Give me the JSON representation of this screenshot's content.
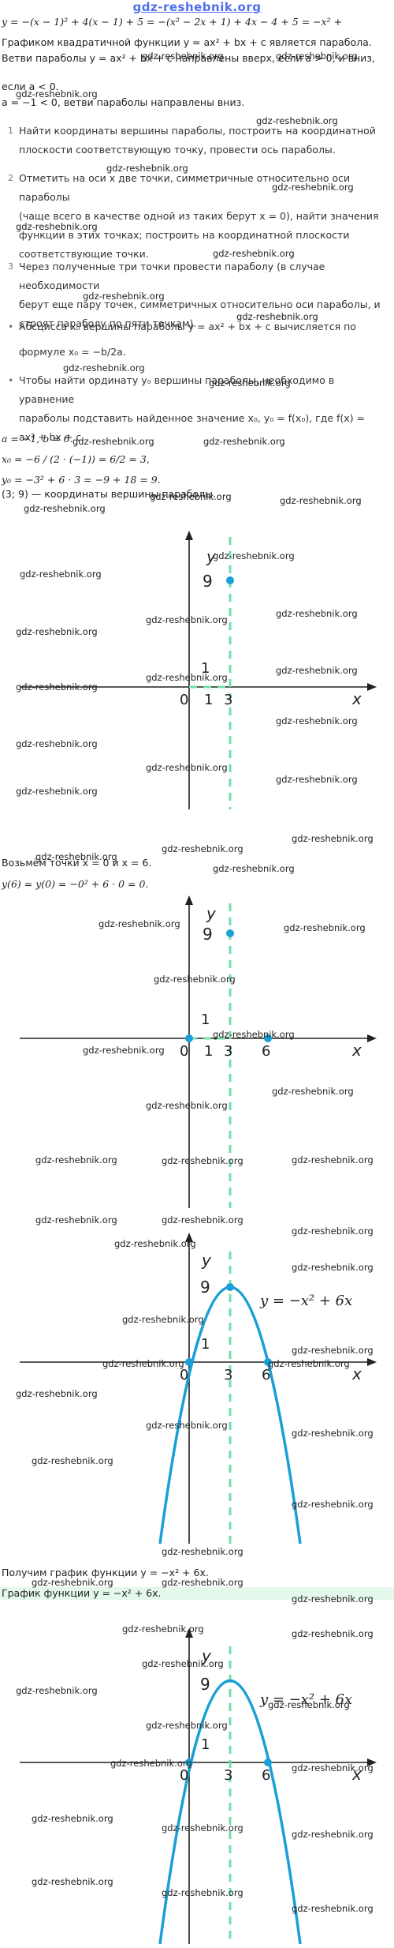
{
  "site": {
    "title": "gdz-reshebnik.org"
  },
  "watermark": "gdz-reshebnik.org",
  "text": {
    "l1": "y = −(x − 1)² + 4(x − 1) + 5 = −(x² − 2x + 1) + 4x − 4 + 5 = −x² +",
    "l2": "Графиком квадратичной функции y = ax² + bx + c является парабола.",
    "l3": "Ветви параболы y = ax² + bx + c направлены вверх, если a > 0, и вниз,",
    "l4": "если a < 0.",
    "l5": "a = −1 < 0, ветви параболы направлены вниз.",
    "s1a": "Найти координаты вершины параболы, построить на координатной",
    "s1b": "плоскости соответствующую точку, провести ось параболы.",
    "s2a": "Отметить на оси x две точки, симметричные относительно оси параболы",
    "s2b": "(чаще всего в качестве одной из таких берут x = 0), найти значения",
    "s2c": "функции в этих точках; построить на координатной плоскости",
    "s2d": "соответствующие точки.",
    "s3a": "Через полученные три точки провести параболу (в случае необходимости",
    "s3b": "берут еще пару точек, симметричных относительно оси параболы, и",
    "s3c": "строят параболу по пяти точкам).",
    "b1a": "Абсцисса x₀ вершины параболы y = ax² + bx + c вычисляется по",
    "b1b": "формуле x₀ = −b/2a.",
    "b2a": "Чтобы найти ординату y₀ вершины параболы, необходимо в уравнение",
    "b2b": "параболы подставить найденное значение x₀, y₀ = f(x₀), где f(x) =",
    "b2c": "ax² + bx + c.",
    "m1": "a = −1, b = 6.",
    "m2": "x₀ = −6 / (2 · (−1)) = 6/2 = 3,",
    "m3": "y₀ = −3² + 6 · 3 = −9 + 18 = 9.",
    "m4": "(3; 9) — координаты вершины параболы.",
    "m5": "Возьмём точки x = 0 и x = 6.",
    "m6": "y(6) = y(0) = −0² + 6 · 0 = 0.",
    "m7": "Получим график функции y = −x² + 6x.",
    "m8": "График функции y = −x² + 6x."
  },
  "nums": {
    "s1": "1",
    "s2": "2",
    "s3": "3",
    "bullet": "•"
  },
  "graph": {
    "x_axis": "x",
    "y_axis": "y",
    "label_zero": "0",
    "label_one_x": "1",
    "label_one_y": "1",
    "label_three": "3",
    "label_six": "6",
    "label_nine": "9",
    "formula": "y = −x² + 6x"
  },
  "colors": {
    "curve": "#1a9fd6",
    "axis_dash": "#6fe0a8",
    "point": "#1a9fd6",
    "highlight": "#e4f8ec"
  }
}
